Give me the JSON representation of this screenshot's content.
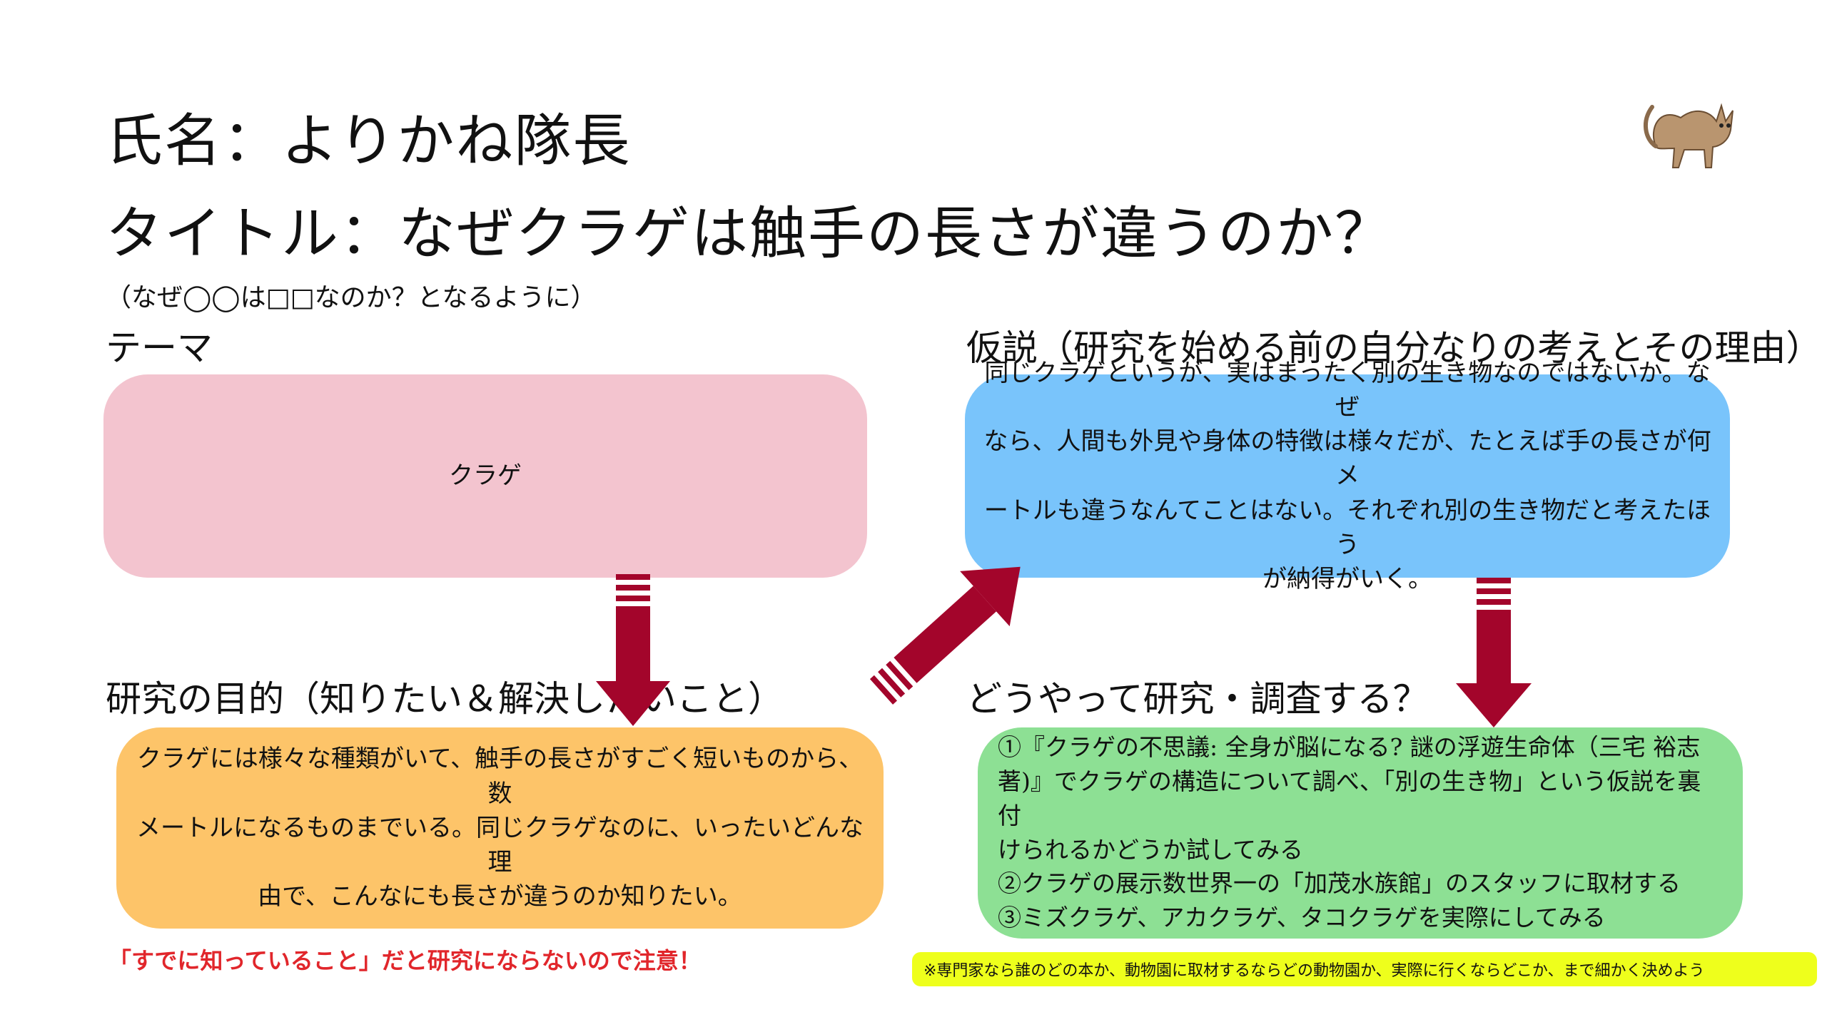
{
  "header": {
    "name_line": "氏名：よりかね隊長",
    "title_line": "タイトル：なぜクラゲは触手の長さが違うのか？",
    "title_hint": "（なぜ◯◯は□□なのか？となるように）"
  },
  "theme": {
    "heading": "テーマ",
    "content": "クラゲ"
  },
  "hypothesis": {
    "heading": "仮説（研究を始める前の自分なりの考えとその理由）",
    "content": "同じクラゲというが、実はまったく別の生き物なのではないか。なぜ\nなら、人間も外見や身体の特徴は様々だが、たとえば手の長さが何メ\nートルも違うなんてことはない。それぞれ別の生き物だと考えたほう\nが納得がいく。"
  },
  "purpose": {
    "heading": "研究の目的（知りたい＆解決したいこと）",
    "content": "クラゲには様々な種類がいて、触手の長さがすごく短いものから、数\nメートルになるものまでいる。同じクラゲなのに、いったいどんな理\n由で、こんなにも長さが違うのか知りたい。",
    "warning": "「すでに知っていること」だと研究にならないので注意！"
  },
  "method": {
    "heading": "どうやって研究・調査する？",
    "content": "①『クラゲの不思議: 全身が脳になる? 謎の浮遊生命体（三宅 裕志\n著)』でクラゲの構造について調べ、「別の生き物」という仮説を裏付\nけられるかどうか試してみる\n②クラゲの展示数世界一の「加茂水族館」のスタッフに取材する\n③ミズクラゲ、アカクラゲ、タコクラゲを実際にしてみる",
    "tip": "※専門家なら誰のどの本か、動物園に取材するならどの動物園か、実際に行くならどこか、まで細かく決めよう"
  },
  "colors": {
    "theme_box": "#f3c4cf",
    "hypothesis_box": "#79c4fb",
    "purpose_box": "#fdc469",
    "method_box": "#8de094",
    "arrow": "#a3052b",
    "warning_text": "#e1262b",
    "tip_highlight": "#eeff1c"
  },
  "icons": {
    "corner_illustration": "cat-icon",
    "arrows": "striped-arrow-icon"
  }
}
